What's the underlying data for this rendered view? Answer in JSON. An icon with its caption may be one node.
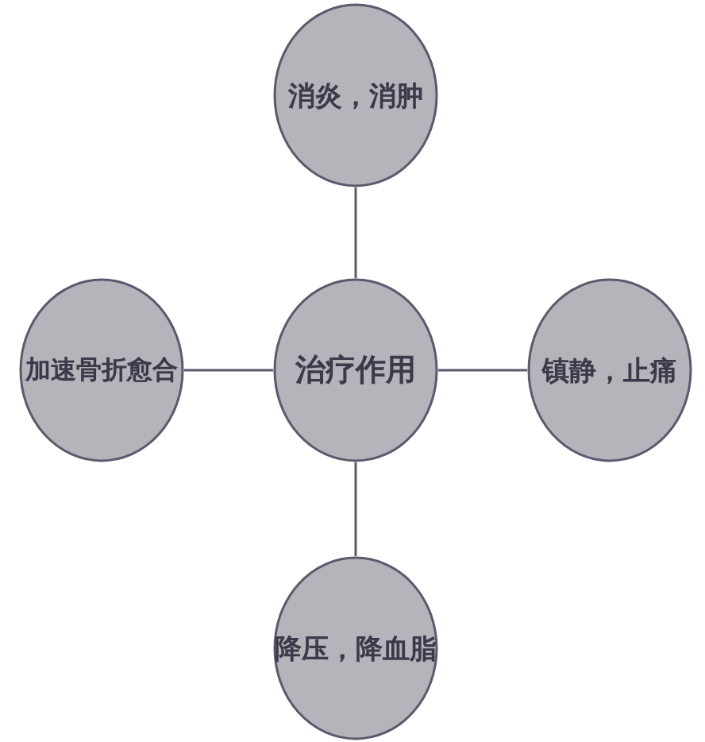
{
  "diagram": {
    "nodes": [
      {
        "text": [
          "消炎，消肿"
        ]
      },
      {
        "text": [
          "加速骨折愈合"
        ]
      },
      {
        "text": [
          "治疗作用"
        ]
      },
      {
        "text": [
          "镇静，止痛"
        ]
      },
      {
        "text": [
          "降压，降血脂"
        ]
      }
    ],
    "edges": [
      {
        "from": 2,
        "to": 0,
        "arrow": "none"
      },
      {
        "from": 2,
        "to": 1,
        "arrow": "none"
      },
      {
        "from": 2,
        "to": 3,
        "arrow": "none"
      },
      {
        "from": 2,
        "to": 4,
        "arrow": "none"
      }
    ]
  }
}
